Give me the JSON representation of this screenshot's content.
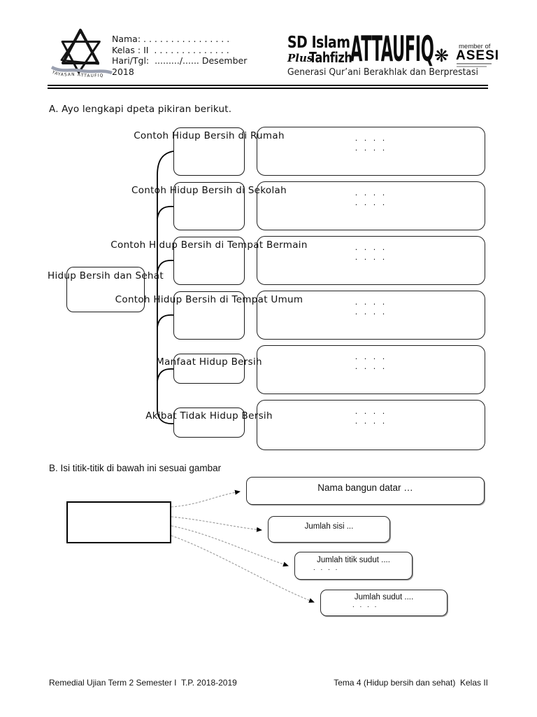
{
  "header": {
    "logo_left": {
      "banner": "YAYASAN ATTAUFIQ"
    },
    "fields": {
      "nama": "Nama: . . . . . . . . . . . . . . . .",
      "kelas": "Kelas : II  . . . . . . . . . . . . . .",
      "hari_tgl": "Hari/Tgl:  ........./...... Desember",
      "tahun": "2018"
    },
    "brand": {
      "line1": "SD Islam",
      "plus": "Plus",
      "line2": "Tahfizh",
      "name": "ATTAUFIQ",
      "tagline": "Generasi Qur’ani Berakhlak dan Berprestasi"
    },
    "membership": {
      "member_of": "member of",
      "org": "ASESI"
    }
  },
  "icons": {
    "asesi_badge": "❋"
  },
  "section_a": {
    "heading": "A. Ayo lengkapi dpeta pikiran berikut.",
    "center_label": "Hidup Bersih dan Sehat",
    "branches": [
      {
        "label": "Contoh Hidup Bersih di Rumah",
        "dots": [
          ". . . .",
          ". . . ."
        ]
      },
      {
        "label": "Contoh Hidup Bersih di Sekolah",
        "dots": [
          ". . . .",
          ". . . ."
        ]
      },
      {
        "label": "Contoh Hidup Bersih di Tempat Bermain",
        "dots": [
          ". . . .",
          ". . . ."
        ]
      },
      {
        "label": "Contoh Hidup Bersih di Tempat Umum",
        "dots": [
          ". . . .",
          ". . . ."
        ]
      },
      {
        "label": "Manfaat Hidup Bersih",
        "dots": [
          ". . . .",
          ". . . ."
        ]
      },
      {
        "label": "Akibat Tidak Hidup Bersih",
        "dots": [
          ". . . .",
          ". . . ."
        ]
      }
    ]
  },
  "section_b": {
    "heading": "B. Isi titik-titik di bawah ini sesuai gambar",
    "items": [
      {
        "label": "Nama bangun datar …",
        "dots": ""
      },
      {
        "label": "Jumlah sisi  ...",
        "dots": ""
      },
      {
        "label": "Jumlah titik sudut ....",
        "dots": ". . . ."
      },
      {
        "label": "Jumlah sudut ....",
        "dots": ". . . ."
      }
    ]
  },
  "footer": {
    "left": "Remedial Ujian Term 2 Semester I  T.P. 2018-2019",
    "right": "Tema 4 (Hidup bersih dan sehat)  Kelas II"
  }
}
